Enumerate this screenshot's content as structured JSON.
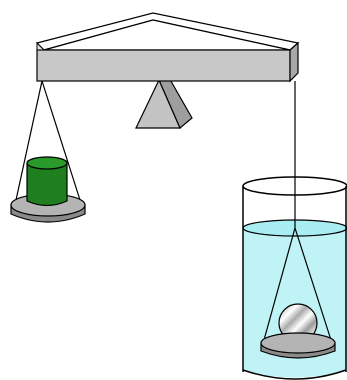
{
  "figure": {
    "description_elements": [
      "balance-beam",
      "fulcrum",
      "left-pan",
      "weight-cylinder",
      "right-pan",
      "beaker",
      "water",
      "submerged-sphere"
    ],
    "colors": {
      "beam": "#c8c8c8",
      "fulcrum": "#bdbdbd",
      "pan": "#b4b4b4",
      "weight": "#1f7f1f",
      "weight_top": "#2a9a2a",
      "water": "#bff3f6",
      "outline": "#000000"
    }
  }
}
